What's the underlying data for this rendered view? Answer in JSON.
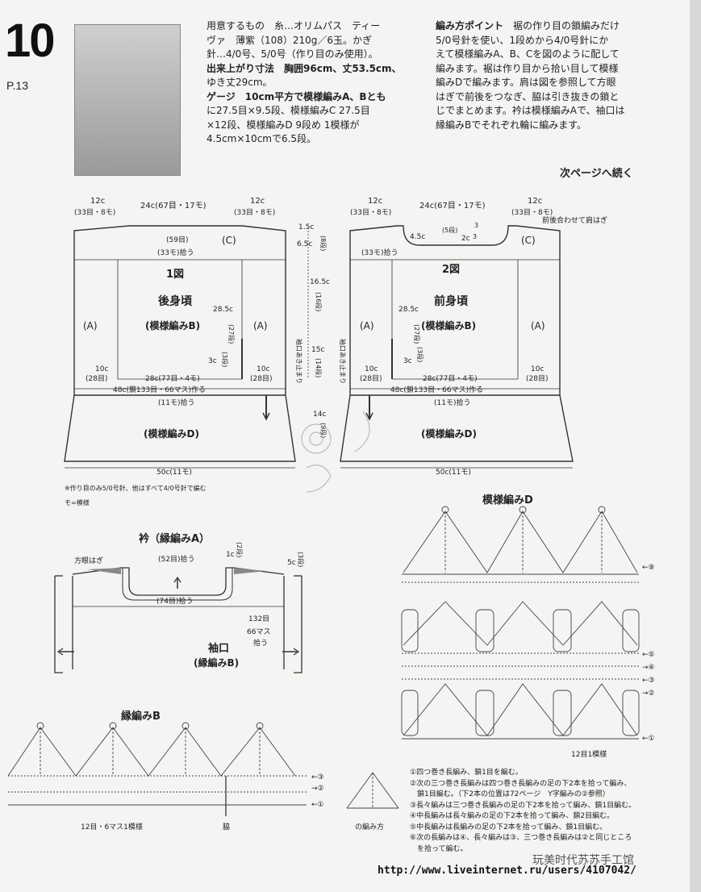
{
  "page": {
    "number": "10",
    "ref": "P.13"
  },
  "materials": {
    "l1": "用意するもの　糸…オリムパス　ティー",
    "l2": "ヴァ　薄紫（108）210g／6玉。かぎ",
    "l3": "針…4/0号、5/0号（作り目のみ使用）。",
    "l4": "出来上がり寸法　胸囲96cm、丈53.5cm、",
    "l5": "ゆき丈29cm。",
    "l6": "ゲージ　10cm平方で模様編みA、Bとも",
    "l7": "に27.5目×9.5段、模様編みC 27.5目",
    "l8": "×12段、模様編みD 9段め 1模様が",
    "l9": "4.5cm×10cmで6.5段。"
  },
  "points": {
    "title": "編み方ポイント",
    "l1": "裾の作り目の鎖編みだけ",
    "l2": "5/0号針を使い、1段めから4/0号針にか",
    "l3": "えて模様編みA、B、Cを図のように配して",
    "l4": "編みます。裾は作り目から拾い目して模様",
    "l5": "編みDで編みます。肩は図を参照して方眼",
    "l6": "はぎで前後をつなぎ、脇は引き抜きの鎖と",
    "l7": "じでまとめます。衿は模様編みAで、袖口は",
    "l8": "縁編みBでそれぞれ輪に編みます。"
  },
  "continue": "次ページへ続く",
  "back": {
    "top_left": "12c",
    "top_left_sub": "(33目・8モ)",
    "top_mid": "24c(67目・17モ)",
    "top_right": "12c",
    "top_right_sub": "(33目・8モ)",
    "neck": "(59目)",
    "c": "(C)",
    "pick": "(33モ)拾う",
    "fig": "1図",
    "name": "後身頃",
    "pattern": "(模様編みB)",
    "a_left": "(A)",
    "a_right": "(A)",
    "h1": "28.5c",
    "h2": "(27段)",
    "h3": "3c",
    "h4": "(3段)",
    "s1": "10c",
    "s2": "(28目)",
    "s3": "10c",
    "s4": "(28目)",
    "w28": "28c(77目・4モ)",
    "base": "48c(鎖133目・66マス)作る",
    "pick2": "(11モ)拾う",
    "d": "(模様編みD)",
    "bottom": "50c(11モ)"
  },
  "front": {
    "top_left": "12c",
    "top_left_sub": "(33目・8モ)",
    "top_mid": "24c(67目・17モ)",
    "top_right": "12c",
    "top_right_sub": "(33目・8モ)",
    "join": "前後合わせて肩はぎ",
    "n1": "4.5c",
    "n2": "(5段)",
    "n3": "3",
    "n4": "2c",
    "n5": "3",
    "c": "(C)",
    "pick": "(33モ)拾う",
    "fig": "2図",
    "name": "前身頃",
    "pattern": "(模様編みB)",
    "a_left": "(A)",
    "a_right": "(A)",
    "h1": "28.5c",
    "h2": "(27段)",
    "h3": "3c",
    "h4": "(3段)",
    "s1": "10c",
    "s2": "(28目)",
    "s3": "10c",
    "s4": "(28目)",
    "w28": "28c(77目・4モ)",
    "base": "48c(鎖133目・66マス)作る",
    "pick2": "(11モ)拾う",
    "d": "(模様編みD)",
    "bottom": "50c(11モ)"
  },
  "center": {
    "v1": "1.5c",
    "v2": "6.5c",
    "v3": "(8段)",
    "v4": "16.5c",
    "v5": "(16段)",
    "v6": "15c",
    "v7": "(14段)",
    "v8": "14c",
    "v9": "(9段)",
    "side_l": "袖口あき止まり",
    "side_r": "袖口あき止まり"
  },
  "notes": {
    "n1": "※作り目のみ5/0号針、他はすべて4/0号針で編む",
    "n2": "モ=模様"
  },
  "collar": {
    "title": "衿（縁編みA）",
    "shoulder": "方眼はぎ",
    "top": "(52目)拾う",
    "bottom": "(74目)拾う",
    "r1": "1c",
    "r2": "(2段)",
    "r3": "5c",
    "r4": "(3段)",
    "cuff_title": "袖口",
    "cuff_pattern": "(縁編みB)",
    "cuff_count": "132目",
    "cuff_count2": "66マス",
    "cuff_count3": "拾う"
  },
  "edgeB": {
    "title": "縁編みB",
    "repeat": "12目・6マス1模様",
    "side": "脇",
    "row3": "←③",
    "row2": "→②",
    "row1": "←①"
  },
  "patternD": {
    "title": "模様編みD",
    "repeat": "12目1模様",
    "rows": [
      "←⑨",
      "←⑤",
      "→④",
      "←③",
      "→②",
      "←①"
    ]
  },
  "legend": {
    "stitch_label": "の編み方",
    "l1": "①四つ巻き長編み、鎖1目を編む。",
    "l2": "②次の三つ巻き長編みは四つ巻き長編みの足の下2本を拾って編み、",
    "l3": "　鎖1目編む。（下2本の位置は72ページ　Y字編みの②参照）",
    "l4": "③長々編みは三つ巻き長編みの足の下2本を拾って編み、鎖1目編む。",
    "l5": "④中長編みは長々編みの足の下2本を拾って編み、鎖2目編む。",
    "l6": "⑤中長編みは長編みの足の下2本を拾って編み、鎖1目編む。",
    "l7": "⑥次の長編みは④、長々編みは③、三つ巻き長編みは②と同じところ",
    "l8": "　を拾って編む。"
  },
  "url": "http://www.liveinternet.ru/users/4107042/",
  "brand": "玩美时代苏苏手工馆"
}
